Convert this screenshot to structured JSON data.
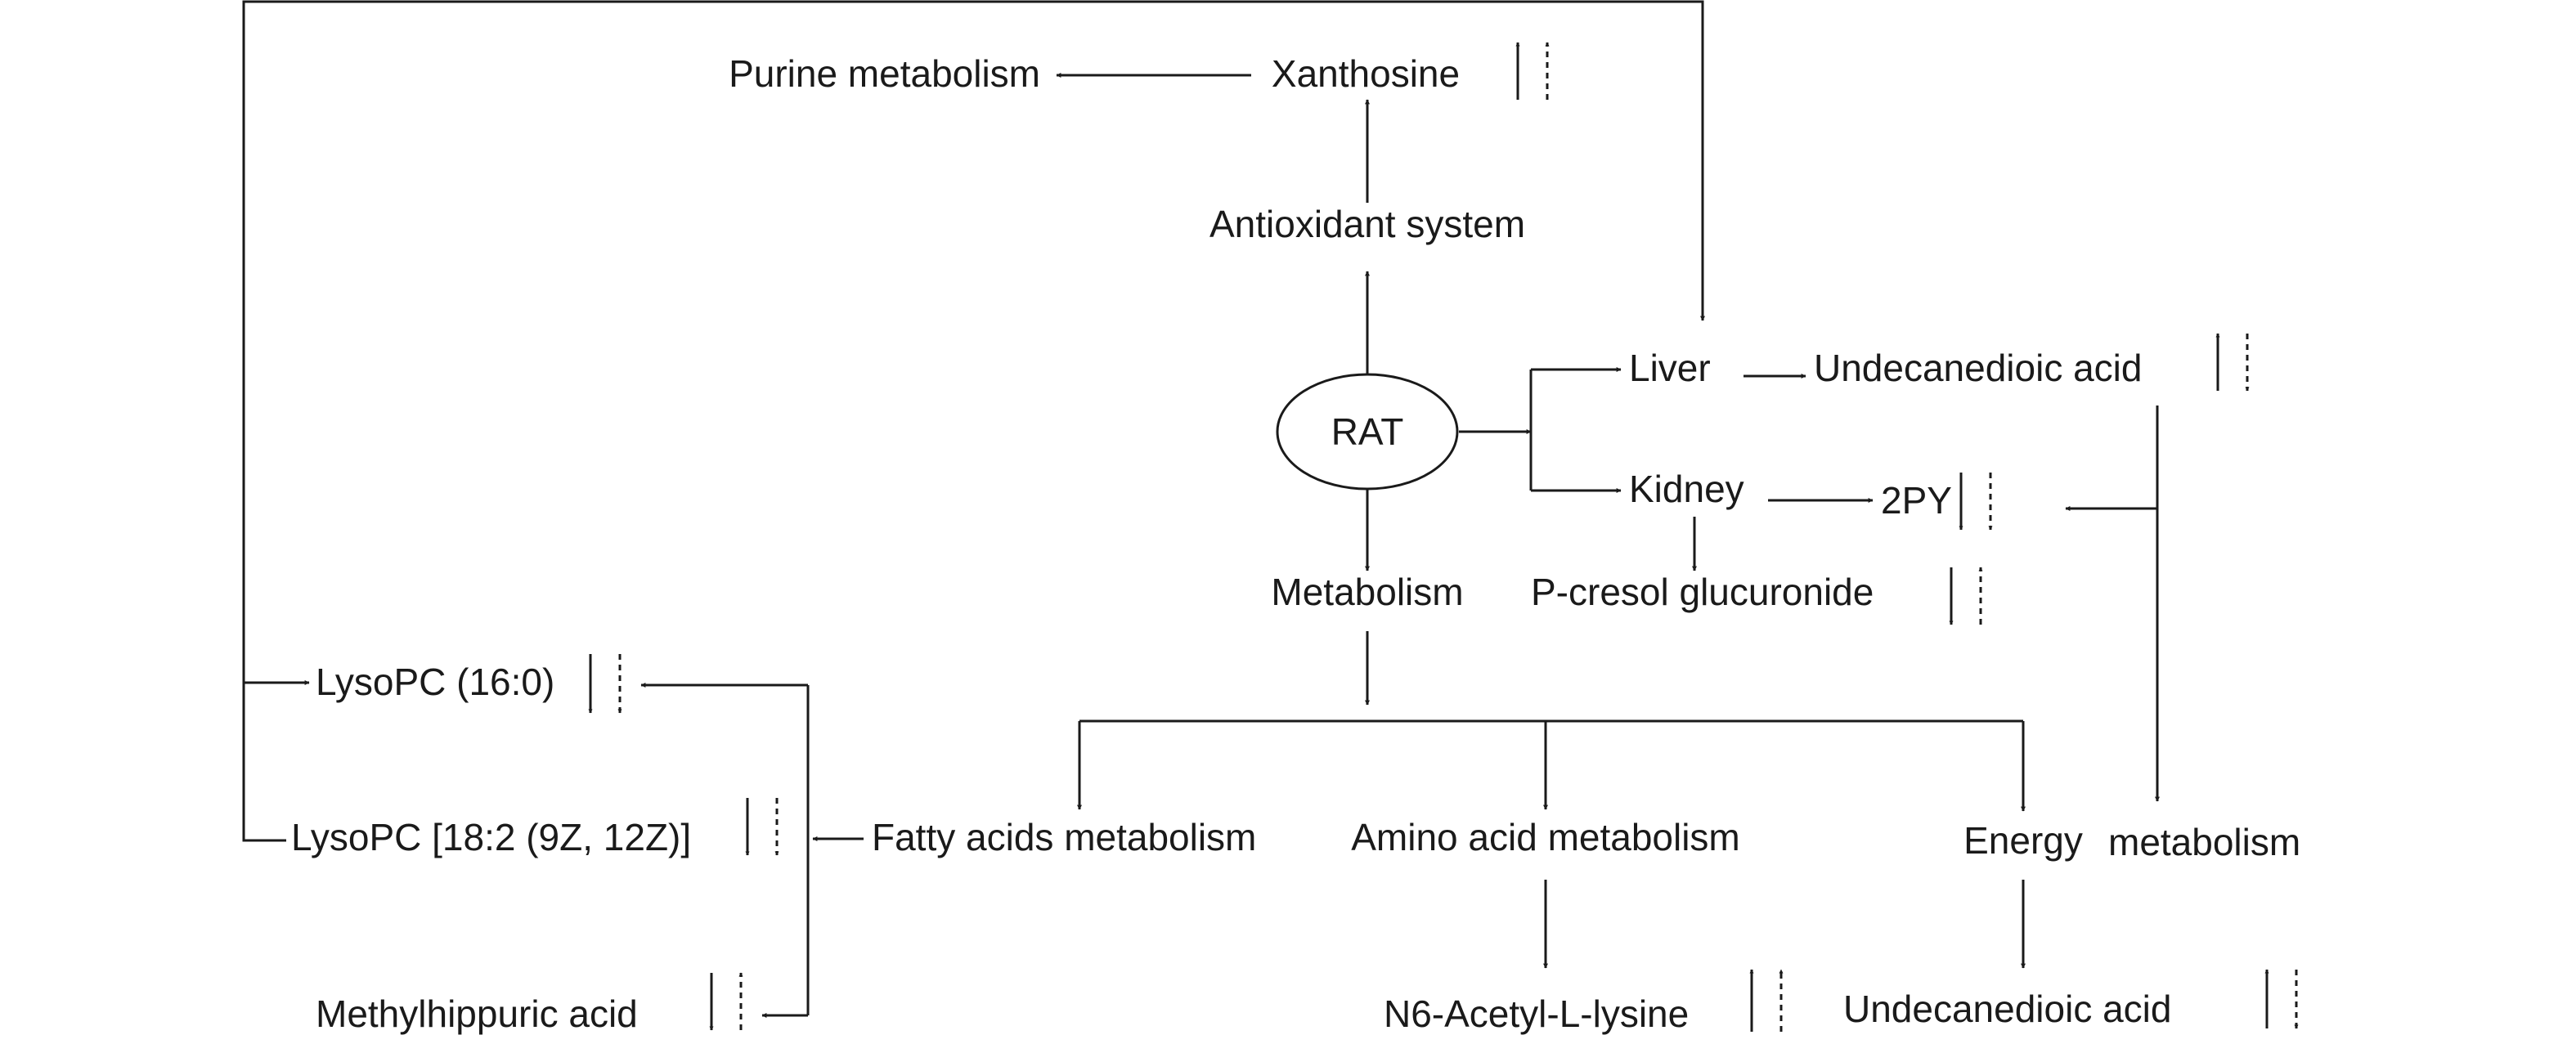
{
  "nodes": {
    "rat": "RAT",
    "antioxidant_system": "Antioxidant system",
    "xanthosine": "Xanthosine",
    "purine_metabolism": "Purine metabolism",
    "liver": "Liver",
    "undecanedioic_acid_top": "Undecanedioic acid",
    "kidney": "Kidney",
    "two_py": "2PY",
    "p_cresol_glucuronide": "P-cresol glucuronide",
    "metabolism": "Metabolism",
    "fatty_acids_metabolism": "Fatty acids metabolism",
    "amino_acid_metabolism": "Amino acid metabolism",
    "energy": "Energy",
    "energy_metabolism": "metabolism",
    "lysopc_16": "LysoPC (16:0)",
    "lysopc_18": "LysoPC [18:2 (9Z, 12Z)]",
    "methylhippuric_acid": "Methylhippuric acid",
    "n6_acetyl_l_lysine": "N6-Acetyl-L-lysine",
    "undecanedioic_acid_bottom": "Undecanedioic acid"
  },
  "trend_indicators": {
    "xanthosine": [
      "up",
      "up-dashed"
    ],
    "undecanedioic_acid_top": [
      "up",
      "down-dashed"
    ],
    "two_py": [
      "down",
      "down-dashed"
    ],
    "p_cresol_glucuronide": [
      "down",
      "up-dashed"
    ],
    "lysopc_16": [
      "down",
      "down-dashed"
    ],
    "lysopc_18": [
      "down",
      "down-dashed"
    ],
    "methylhippuric_acid": [
      "down",
      "up-dashed"
    ],
    "n6_acetyl_l_lysine": [
      "up",
      "up-dashed"
    ],
    "undecanedioic_acid_bottom": [
      "up",
      "down-dashed"
    ]
  },
  "colors": {
    "ink": "#1a1a1a",
    "background": "#ffffff"
  }
}
